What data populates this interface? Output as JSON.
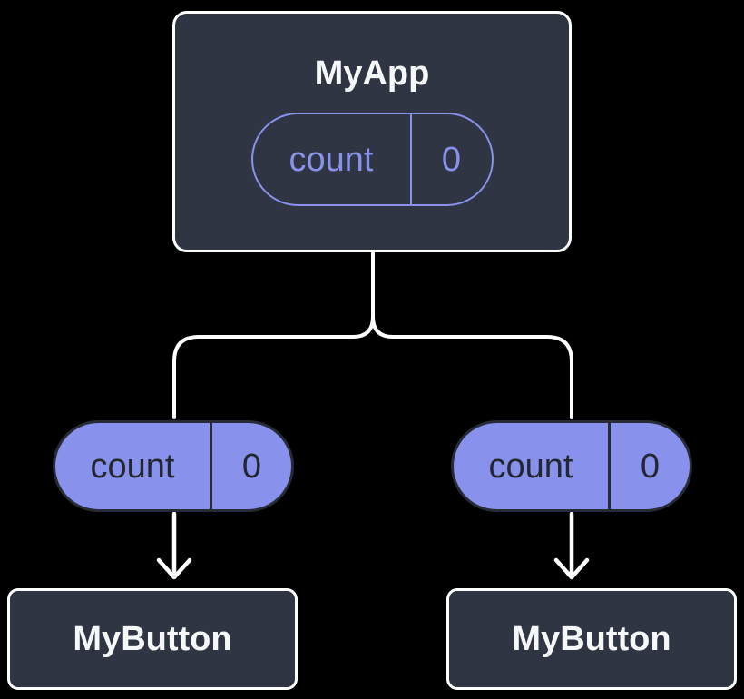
{
  "colors": {
    "background": "#000000",
    "box_surface": "#2F3542",
    "box_border": "#FFFFFF",
    "accent_purple": "#8891EC",
    "text_light": "#F6F7F9",
    "text_dark": "#23272F",
    "connector": "#FFFFFF"
  },
  "diagram": {
    "parent": {
      "title": "MyApp",
      "state": {
        "name": "count",
        "value": "0"
      }
    },
    "children": [
      {
        "title": "MyButton",
        "prop": {
          "name": "count",
          "value": "0"
        }
      },
      {
        "title": "MyButton",
        "prop": {
          "name": "count",
          "value": "0"
        }
      }
    ]
  }
}
